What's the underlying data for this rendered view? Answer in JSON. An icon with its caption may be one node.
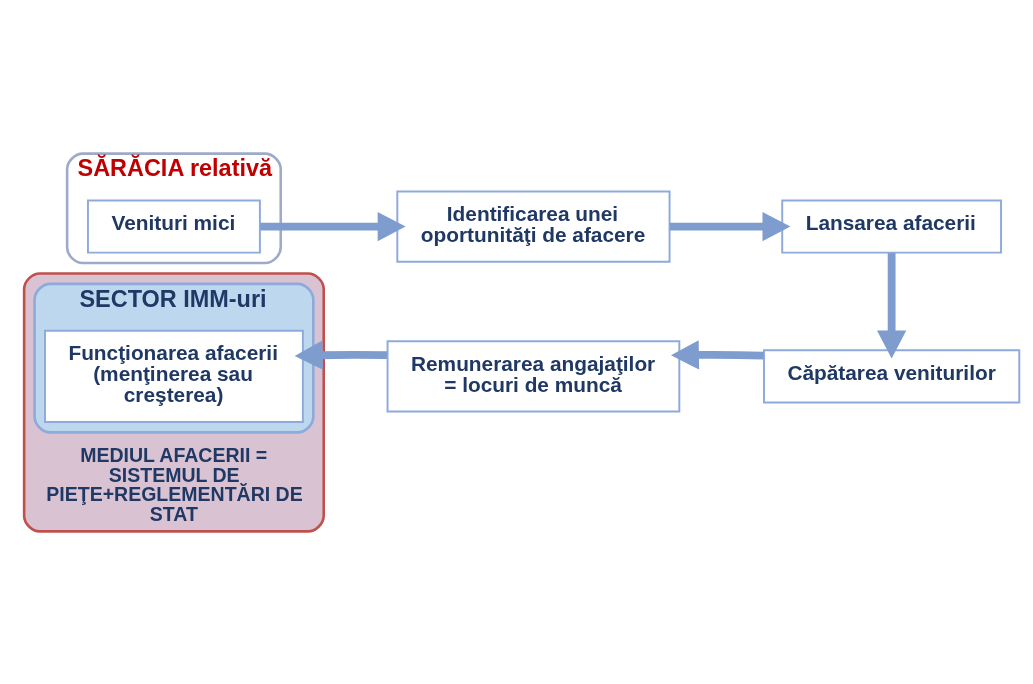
{
  "diagram": {
    "nodes": [
      {
        "text": [
          "SĂRĂCIA relativă"
        ]
      },
      {
        "text": [
          "Venituri mici"
        ],
        "in": 0
      },
      {
        "text": [
          "Identificarea unei oportunităţi de afacere"
        ]
      },
      {
        "text": [
          "Lansarea afacerii"
        ]
      },
      {
        "text": [
          "Căpătarea veniturilor"
        ]
      },
      {
        "text": [
          "Remunerarea angajaţilor = locuri de muncă"
        ]
      },
      {
        "text": [
          "MEDIUL AFACERII = SISTEMUL DE PIEŢE+REGLEMENTĂRI DE STAT"
        ]
      },
      {
        "text": [
          "SECTOR IMM-uri"
        ],
        "in": 6
      },
      {
        "text": [
          "Funcţionarea afacerii (menţinerea sau creşterea)"
        ],
        "in": 7
      }
    ],
    "edges": [
      {
        "from": 1,
        "to": 2,
        "arrow": "to"
      },
      {
        "from": 2,
        "to": 3,
        "arrow": "to"
      },
      {
        "from": 3,
        "to": 4,
        "arrow": "to"
      },
      {
        "from": 4,
        "to": 5,
        "arrow": "to"
      },
      {
        "from": 5,
        "to": 8,
        "arrow": "to"
      }
    ]
  }
}
